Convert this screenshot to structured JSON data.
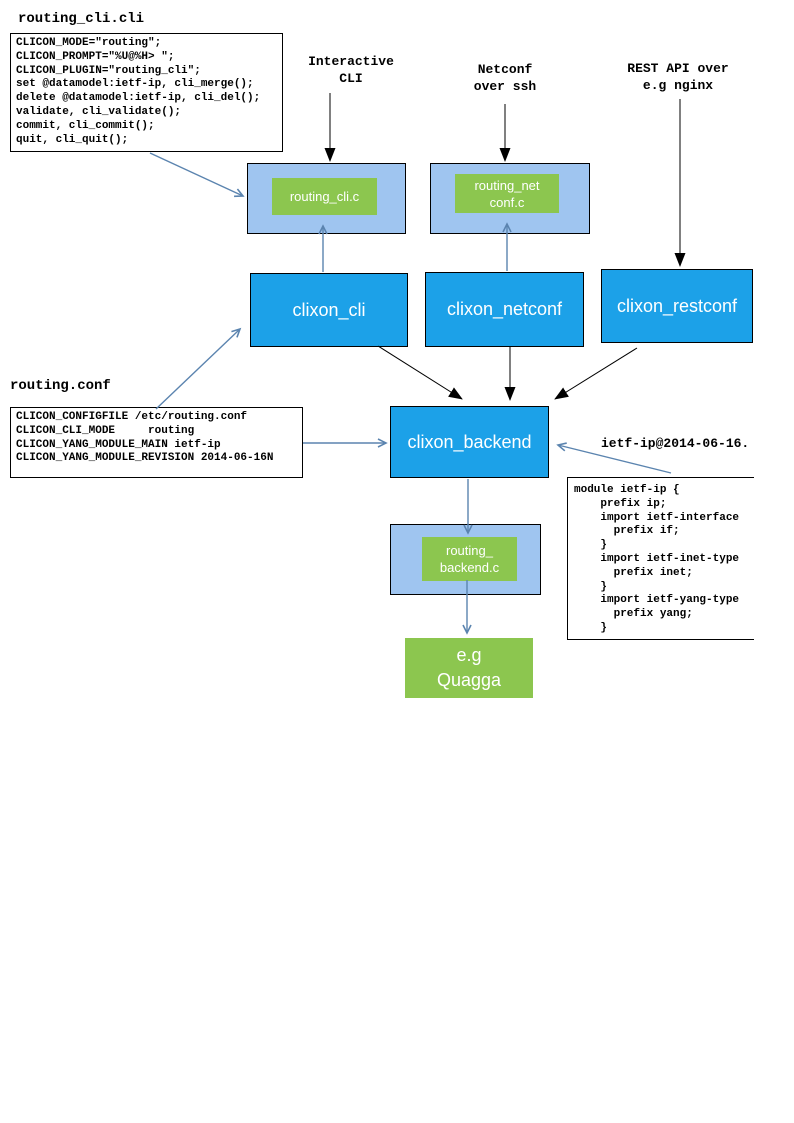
{
  "palette": {
    "process_blue": "#1CA1E8",
    "plugin_light_blue": "#9FC5F0",
    "plugin_green": "#8CC64F",
    "arrow_black": "#000000",
    "arrow_blue": "#5B84AF",
    "code_text": "#000000",
    "box_text": "#ffffff"
  },
  "titles": {
    "cli_file": "routing_cli.cli",
    "conf_file": "routing.conf",
    "yang_file": "ietf-ip@2014-06-16."
  },
  "annotations": {
    "interactive_cli": "Interactive\nCLI",
    "netconf": "Netconf\nover ssh",
    "rest_api": "REST API over\ne.g nginx"
  },
  "nodes": {
    "routing_cli_c": "routing_cli.c",
    "routing_netconf_c": "routing_net\nconf.c",
    "clixon_cli": "clixon_cli",
    "clixon_netconf": "clixon_netconf",
    "clixon_restconf": "clixon_restconf",
    "clixon_backend": "clixon_backend",
    "routing_backend_c": "routing_\nbackend.c",
    "quagga": "e.g\nQuagga"
  },
  "code": {
    "cli_file": "CLICON_MODE=\"routing\";\nCLICON_PROMPT=\"%U@%H> \";\nCLICON_PLUGIN=\"routing_cli\";\nset @datamodel:ietf-ip, cli_merge();\ndelete @datamodel:ietf-ip, cli_del();\nvalidate, cli_validate();\ncommit, cli_commit();\nquit, cli_quit();",
    "conf_file": "CLICON_CONFIGFILE /etc/routing.conf\nCLICON_CLI_MODE     routing\nCLICON_YANG_MODULE_MAIN ietf-ip\nCLICON_YANG_MODULE_REVISION 2014-06-16N",
    "yang_file": "module ietf-ip {\n    prefix ip;\n    import ietf-interface\n      prefix if;\n    }\n    import ietf-inet-type\n      prefix inet;\n    }\n    import ietf-yang-type\n      prefix yang;\n    }"
  }
}
